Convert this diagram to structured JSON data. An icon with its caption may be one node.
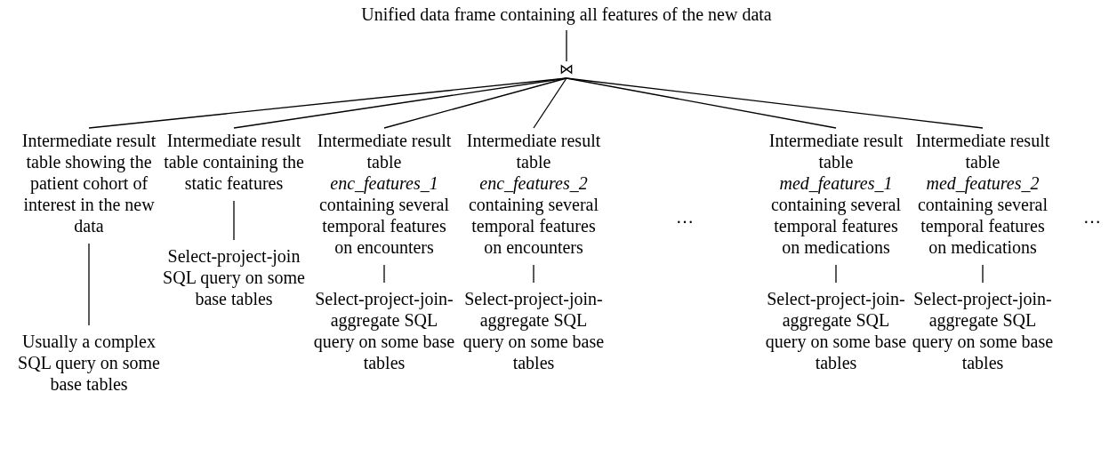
{
  "diagram": {
    "nodes": [
      {
        "text": [
          "Unified data frame containing all features of the new data"
        ]
      },
      {
        "text": [
          "⋈"
        ]
      },
      {
        "text": [
          "Intermediate result table showing the patient cohort of interest in the new data"
        ]
      },
      {
        "text": [
          "Intermediate result table containing the static features"
        ]
      },
      {
        "text": [
          "Intermediate result table *enc_features_1* containing several temporal features on encounters"
        ]
      },
      {
        "text": [
          "Intermediate result table *enc_features_2* containing several temporal features on encounters"
        ]
      },
      {
        "text": [
          "Intermediate result table *med_features_1* containing several temporal features on medications"
        ]
      },
      {
        "text": [
          "Intermediate result table *med_features_2* containing several temporal features on medications"
        ]
      },
      {
        "text": [
          "Usually a complex SQL query on some base tables"
        ]
      },
      {
        "text": [
          "Select-project-join SQL query on some base tables"
        ]
      },
      {
        "text": [
          "Select-project-join-aggregate SQL query on some base tables"
        ]
      },
      {
        "text": [
          "Select-project-join-aggregate SQL query on some base tables"
        ]
      },
      {
        "text": [
          "Select-project-join-aggregate SQL query on some base tables"
        ]
      },
      {
        "text": [
          "Select-project-join-aggregate SQL query on some base tables"
        ]
      }
    ],
    "edges": [
      {
        "from": 1,
        "to": 0,
        "arrow": "none"
      },
      {
        "from": 1,
        "to": 2,
        "arrow": "none"
      },
      {
        "from": 1,
        "to": 3,
        "arrow": "none"
      },
      {
        "from": 1,
        "to": 4,
        "arrow": "none"
      },
      {
        "from": 1,
        "to": 5,
        "arrow": "none"
      },
      {
        "from": 1,
        "to": 6,
        "arrow": "none"
      },
      {
        "from": 1,
        "to": 7,
        "arrow": "none"
      },
      {
        "from": 2,
        "to": 8,
        "arrow": "none"
      },
      {
        "from": 3,
        "to": 9,
        "arrow": "none"
      },
      {
        "from": 4,
        "to": 10,
        "arrow": "none"
      },
      {
        "from": 5,
        "to": 11,
        "arrow": "none"
      },
      {
        "from": 6,
        "to": 12,
        "arrow": "none"
      },
      {
        "from": 7,
        "to": 13,
        "arrow": "none"
      }
    ],
    "labels": [
      "…",
      "…"
    ]
  }
}
